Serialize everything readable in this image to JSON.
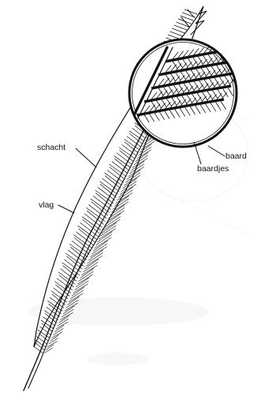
{
  "diagram": {
    "labels": {
      "schacht": "schacht",
      "vlag": "vlag",
      "baard": "baard",
      "baardjes": "baardjes"
    },
    "colors": {
      "ink": "#111111",
      "background": "#ffffff",
      "ghost": "#e9e9e9"
    }
  }
}
